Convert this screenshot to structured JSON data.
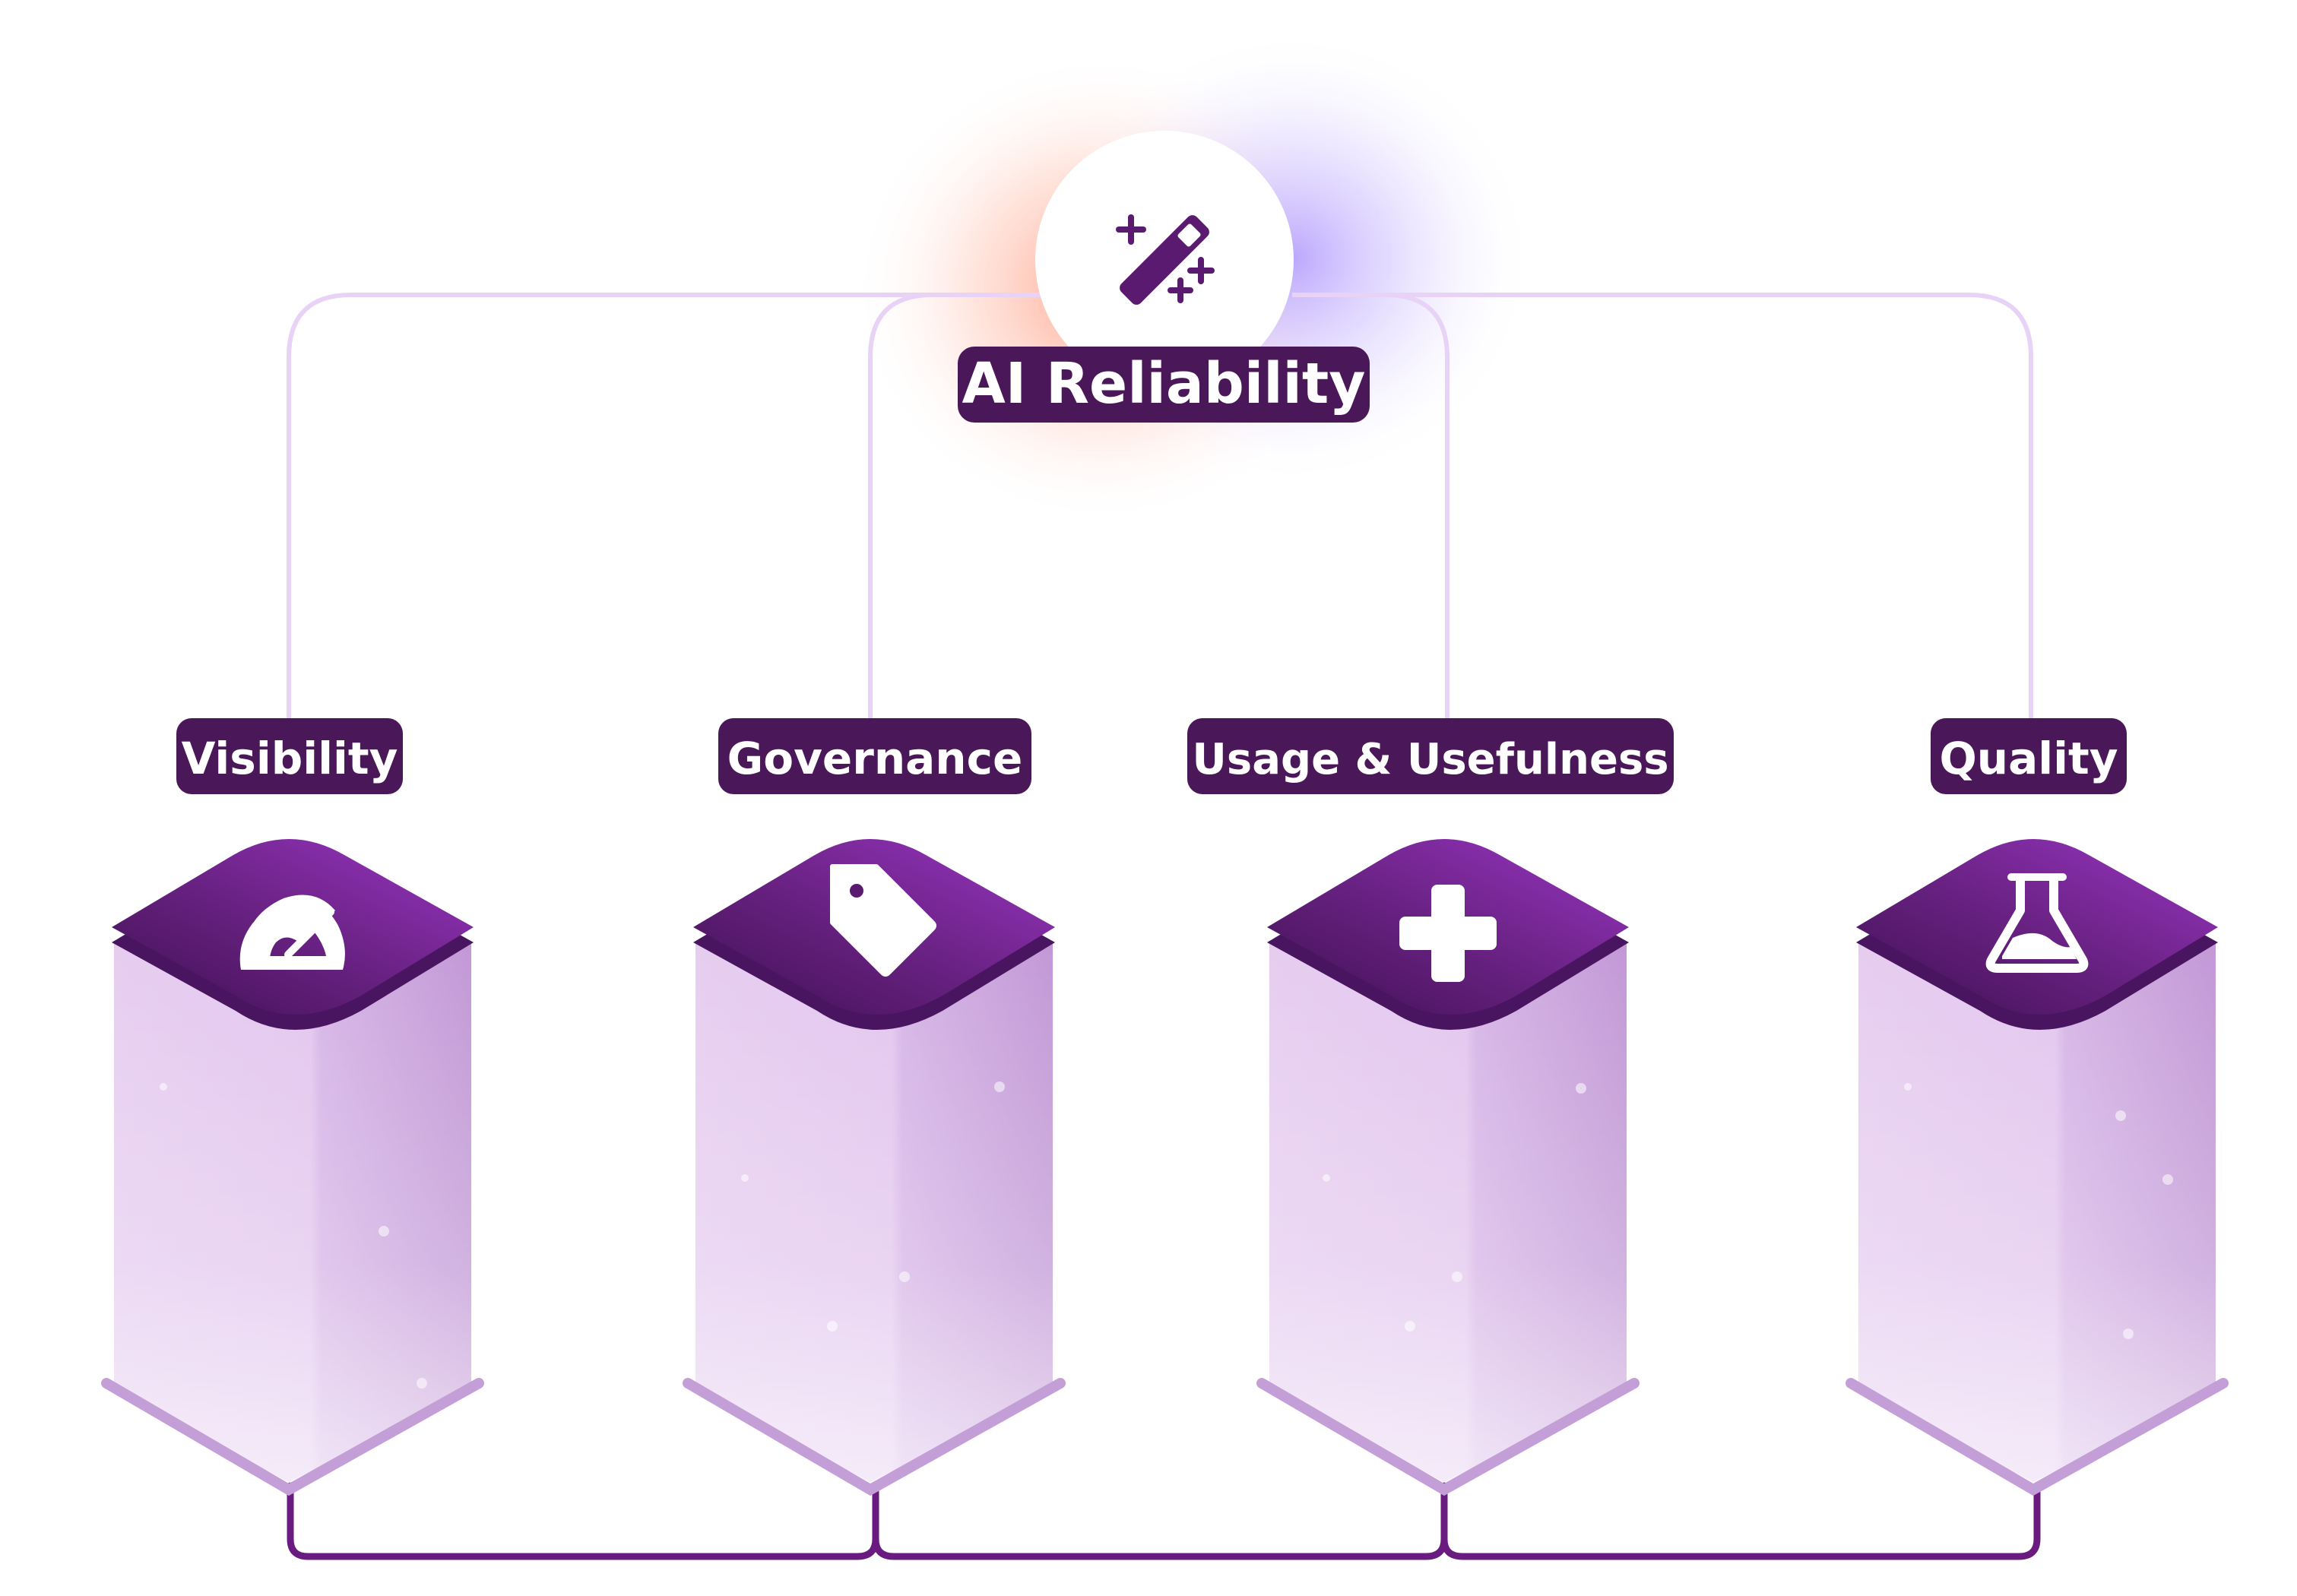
{
  "hub": {
    "title": "AI Reliability",
    "icon": "magic-wand-icon"
  },
  "pillars": [
    {
      "label": "Visibility",
      "icon": "gauge-icon"
    },
    {
      "label": "Governance",
      "icon": "tag-icon"
    },
    {
      "label": "Usage & Usefulness",
      "icon": "medical-cross-icon"
    },
    {
      "label": "Quality",
      "icon": "flask-icon"
    }
  ],
  "colors": {
    "label_bg": "#4a1858",
    "connector_light": "#e8d3f7",
    "connector_dark": "#6a1b80",
    "pillar_top_light": "#9030b8",
    "pillar_top_dark": "#4a1560",
    "pillar_body_light": "#e4c8ee",
    "pillar_body_dark": "#c49ed6",
    "glow_left": "#ff9a7a",
    "glow_right": "#b8a0ff"
  }
}
